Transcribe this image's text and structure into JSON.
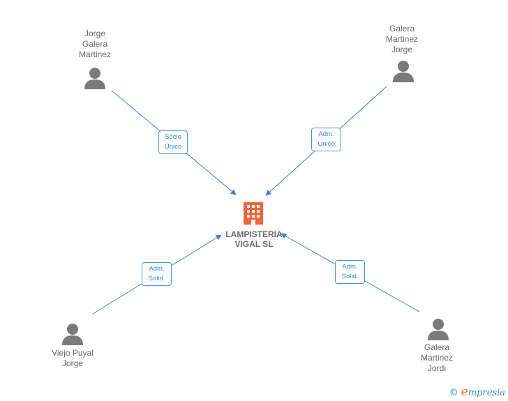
{
  "company": {
    "name": "LAMPISTERIA\nVIGAL  SL",
    "color": "#f0663a"
  },
  "people": [
    {
      "id": "p1",
      "name": "Jorge\nGalera\nMartinez"
    },
    {
      "id": "p2",
      "name": "Galera\nMartinez\nJorge"
    },
    {
      "id": "p3",
      "name": "Viejo Puyal\nJorge"
    },
    {
      "id": "p4",
      "name": "Galera\nMartinez\nJordi"
    }
  ],
  "relations": [
    {
      "from": "p1",
      "label": "Socio\nÚnico"
    },
    {
      "from": "p2",
      "label": "Adm.\nUnico"
    },
    {
      "from": "p3",
      "label": "Adm.\nSolid."
    },
    {
      "from": "p4",
      "label": "Adm.\nSolid."
    }
  ],
  "colors": {
    "edge": "#3d7fd1",
    "person": "#7a7a7a",
    "text": "#666666"
  },
  "brand": {
    "symbol": "©",
    "initial": "e",
    "rest": "mpresia"
  }
}
